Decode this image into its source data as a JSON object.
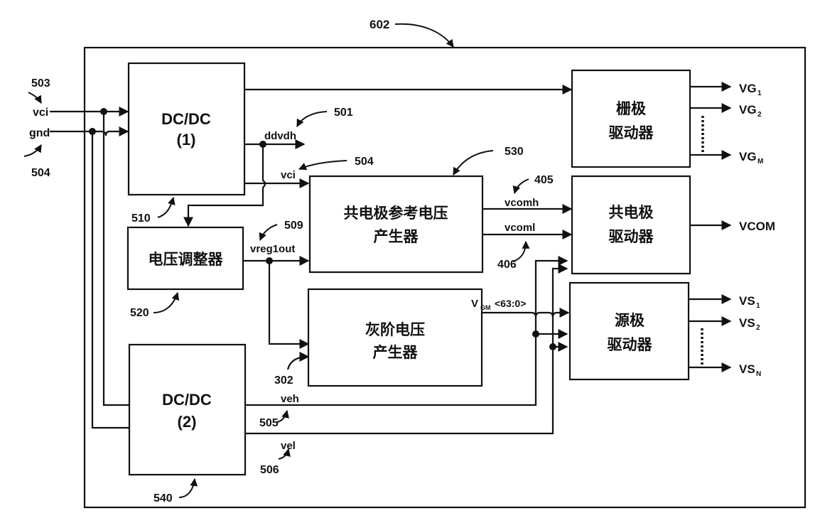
{
  "diagram": {
    "container_ref": "602",
    "blocks": {
      "dcdc1": {
        "line1": "DC/DC",
        "line2": "(1)",
        "ref": "510"
      },
      "regulator": {
        "label": "电压调整器",
        "ref": "520"
      },
      "vcom_ref_gen": {
        "line1": "共电极参考电压",
        "line2": "产生器",
        "ref": "530"
      },
      "gray_gen": {
        "line1": "灰阶电压",
        "line2": "产生器"
      },
      "dcdc2": {
        "line1": "DC/DC",
        "line2": "(2)",
        "ref": "540"
      },
      "gate_driver": {
        "line1": "栅极",
        "line2": "驱动器"
      },
      "vcom_driver": {
        "line1": "共电极",
        "line2": "驱动器"
      },
      "source_driver": {
        "line1": "源极",
        "line2": "驱动器"
      }
    },
    "signals": {
      "vci_in": "vci",
      "gnd_in": "gnd",
      "ddvdh": "ddvdh",
      "vci_internal": "vci",
      "vreg1out": "vreg1out",
      "vcomh": "vcomh",
      "vcoml": "vcoml",
      "vgm_main": "V",
      "vgm_sub": "GM",
      "vgm_bus": "<63:0>",
      "veh": "veh",
      "vel": "vel"
    },
    "refs": {
      "r503": "503",
      "r504_in": "504",
      "r501": "501",
      "r504_vci": "504",
      "r405": "405",
      "r406": "406",
      "r509": "509",
      "r302": "302",
      "r505": "505",
      "r506": "506"
    },
    "outputs": {
      "vg1": {
        "main": "VG",
        "sub": "1"
      },
      "vg2": {
        "main": "VG",
        "sub": "2"
      },
      "vgm": {
        "main": "VG",
        "sub": "M"
      },
      "vcom": {
        "main": "VCOM",
        "sub": ""
      },
      "vs1": {
        "main": "VS",
        "sub": "1"
      },
      "vs2": {
        "main": "VS",
        "sub": "2"
      },
      "vsn": {
        "main": "VS",
        "sub": "N"
      }
    }
  }
}
